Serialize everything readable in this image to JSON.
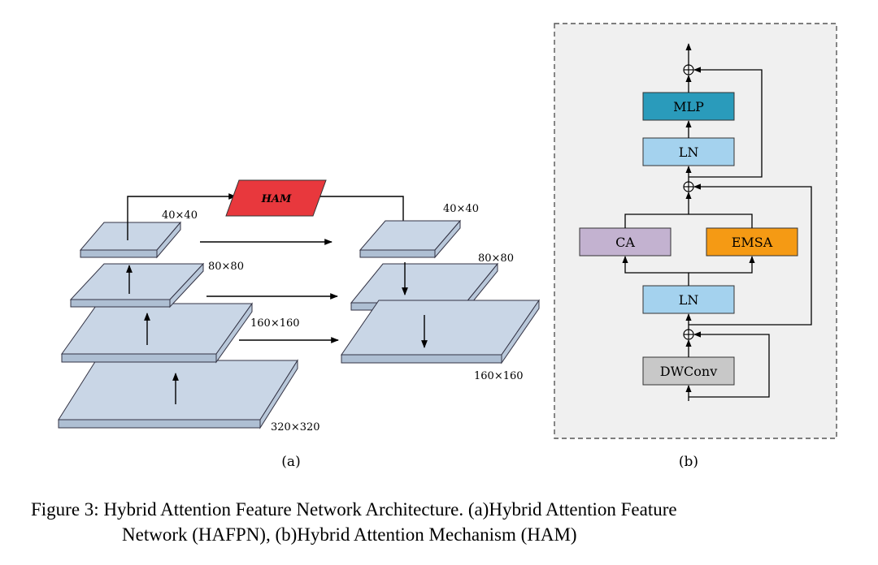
{
  "panel_a": {
    "ham_label": "HAM",
    "size_40_left": "40×40",
    "size_40_right": "40×40",
    "size_80_left": "80×80",
    "size_80_right": "80×80",
    "size_160_left": "160×160",
    "size_160_right": "160×160",
    "size_320": "320×320",
    "sublabel": "(a)"
  },
  "panel_b": {
    "mlp": "MLP",
    "ln_top": "LN",
    "ca": "CA",
    "emsa": "EMSA",
    "ln_bottom": "LN",
    "dwconv": "DWConv",
    "sublabel": "(b)"
  },
  "caption": {
    "line1": "Figure 3:  Hybrid Attention Feature Network Architecture.  (a)Hybrid Attention Feature",
    "line2": "Network (HAFPN), (b)Hybrid Attention Mechanism (HAM)"
  },
  "colors": {
    "layer_top": "#c9d6e6",
    "layer_side": "#aebfd3",
    "ham": "#e8383d",
    "mlp": "#2a9bbb",
    "ln": "#a4d2ee",
    "ca": "#c3b2d0",
    "emsa": "#f59a14",
    "dwconv": "#c8c8c8",
    "panel_bg": "#f0f0f0"
  }
}
